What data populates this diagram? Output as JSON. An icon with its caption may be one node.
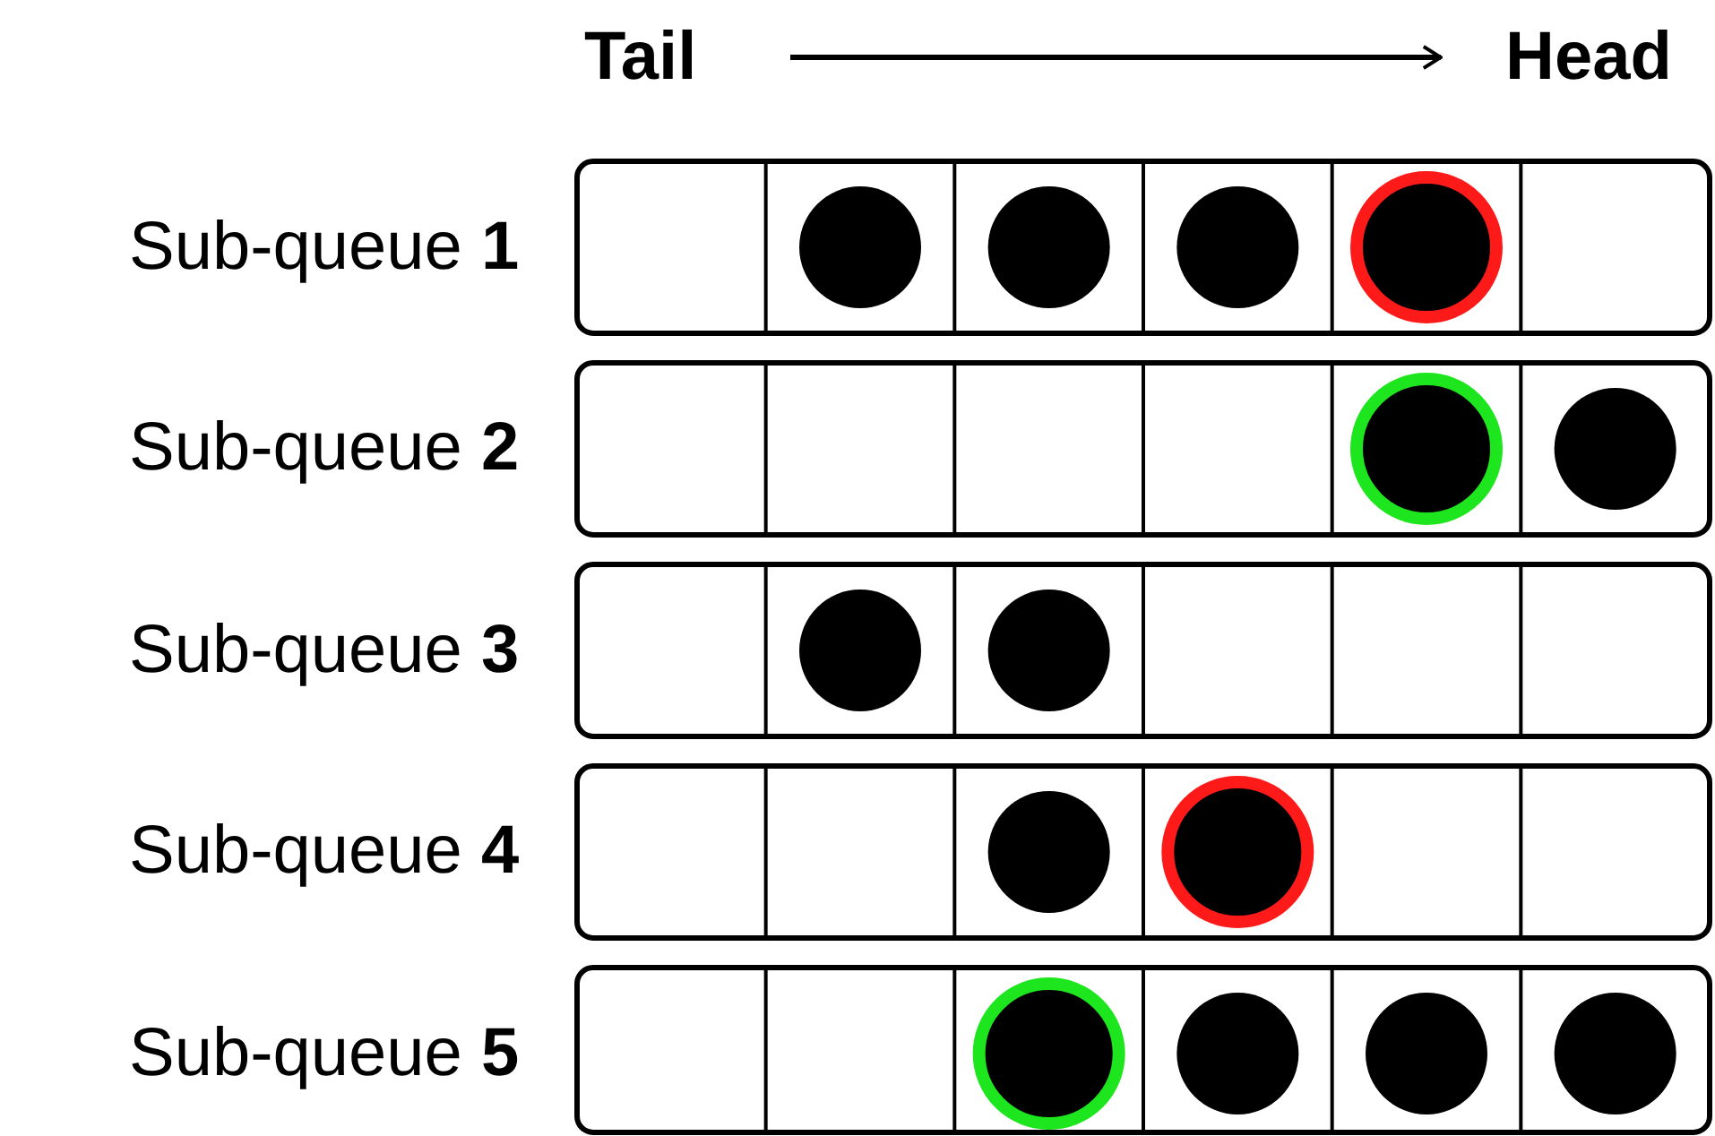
{
  "diagram": {
    "labels": [
      "Tail",
      "Head",
      "Sub-queue **1**",
      "Sub-queue **2**",
      "Sub-queue **3**",
      "Sub-queue **4**",
      "Sub-queue **5**"
    ]
  }
}
